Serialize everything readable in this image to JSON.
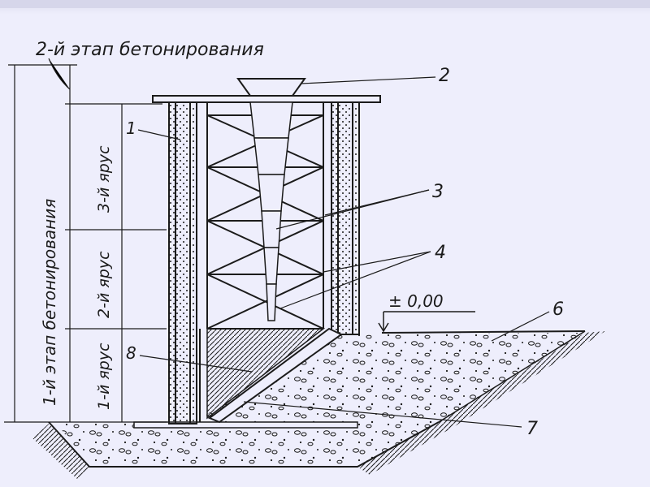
{
  "diagram": {
    "stage2_label": "2-й этап бетонирования",
    "stage1_label": "1-й этап бетонирования",
    "tier3_label": "3-й ярус",
    "tier2_label": "2-й ярус",
    "tier1_label": "1-й ярус",
    "level_label": "± 0,00",
    "callouts": {
      "c1": "1",
      "c2": "2",
      "c3": "3",
      "c4": "4",
      "c6": "6",
      "c7": "7",
      "c8": "8"
    },
    "colors": {
      "background": "#eeeefc",
      "ink": "#1b1b1b"
    }
  }
}
